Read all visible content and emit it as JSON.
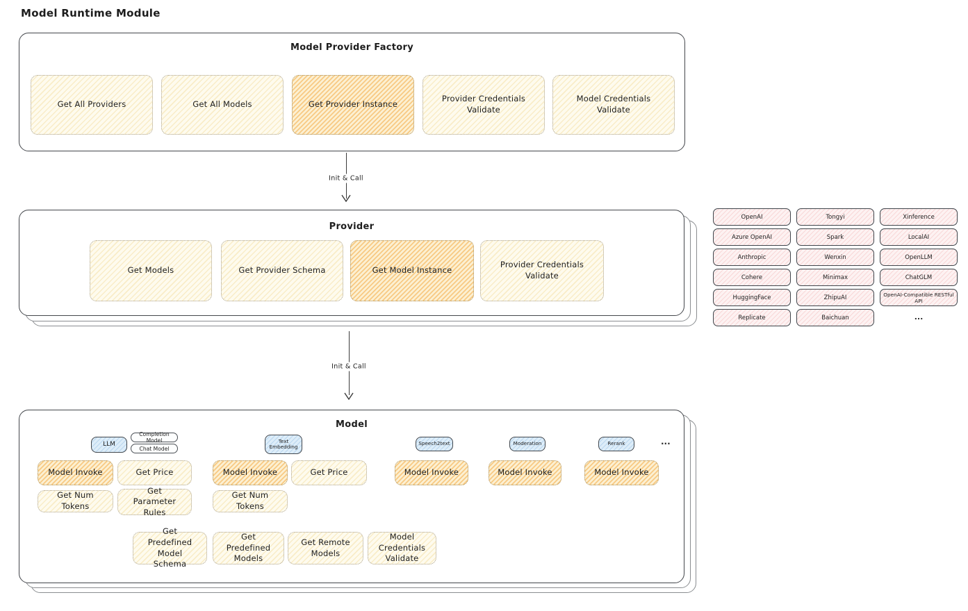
{
  "title": "Model Runtime Module",
  "arrows": {
    "a1": "Init & Call",
    "a2": "Init & Call"
  },
  "factory": {
    "title": "Model Provider Factory",
    "buttons": [
      {
        "label": "Get All Providers",
        "highlighted": false
      },
      {
        "label": "Get All Models",
        "highlighted": false
      },
      {
        "label": "Get Provider Instance",
        "highlighted": true
      },
      {
        "label": "Provider Credentials Validate",
        "highlighted": false
      },
      {
        "label": "Model Credentials Validate",
        "highlighted": false
      }
    ]
  },
  "provider": {
    "title": "Provider",
    "buttons": [
      {
        "label": "Get Models",
        "highlighted": false
      },
      {
        "label": "Get Provider Schema",
        "highlighted": false
      },
      {
        "label": "Get Model Instance",
        "highlighted": true
      },
      {
        "label": "Provider Credentials Validate",
        "highlighted": false
      }
    ]
  },
  "provider_list": {
    "col1": [
      "OpenAI",
      "Azure OpenAI",
      "Anthropic",
      "Cohere",
      "HuggingFace",
      "Replicate"
    ],
    "col2": [
      "Tongyi",
      "Spark",
      "Wenxin",
      "Minimax",
      "ZhipuAI",
      "Baichuan"
    ],
    "col3": [
      "Xinference",
      "LocalAI",
      "OpenLLM",
      "ChatGLM",
      "OpenAI-Compatible RESTful API"
    ],
    "more": "..."
  },
  "model": {
    "title": "Model",
    "types": {
      "llm": "LLM",
      "completion": "Completion Model",
      "chat": "Chat Model",
      "text_embedding": "Text Embedding",
      "speech2text": "Speech2text",
      "moderation": "Moderation",
      "rerank": "Rerank",
      "more": "..."
    },
    "llm_buttons": [
      "Model Invoke",
      "Get Price",
      "Get Num Tokens",
      "Get Parameter Rules"
    ],
    "embedding_buttons": [
      "Model Invoke",
      "Get Price",
      "Get Num Tokens"
    ],
    "speech2text_buttons": [
      "Model Invoke"
    ],
    "moderation_buttons": [
      "Model Invoke"
    ],
    "rerank_buttons": [
      "Model Invoke"
    ],
    "bottom_buttons": [
      "Get Predefined Model Schema",
      "Get Predefined Models",
      "Get Remote Models",
      "Model Credentials Validate"
    ]
  },
  "colors": {
    "accent_yellow": "#fefbee",
    "accent_orange": "#f5c97a",
    "accent_pink": "#fdf2f2",
    "accent_blue": "#ddedf9",
    "box_border": "#43464b"
  }
}
